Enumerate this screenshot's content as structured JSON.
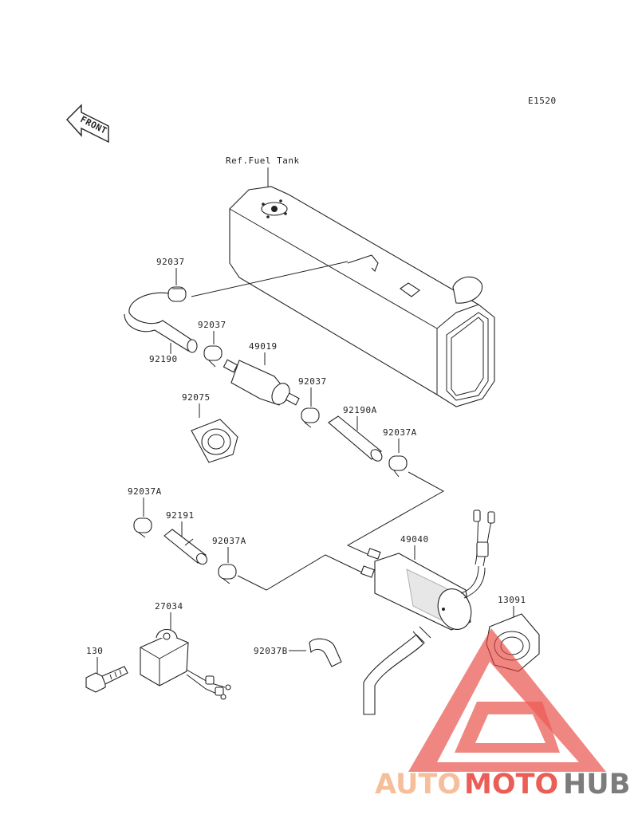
{
  "diagram_code": "E1520",
  "front_arrow_label": "FRONT",
  "reference_label": "Ref.Fuel Tank",
  "parts": {
    "p_92037_top": "92037",
    "p_92190": "92190",
    "p_92037_mid": "92037",
    "p_49019": "49019",
    "p_92037_right": "92037",
    "p_92075": "92075",
    "p_92190A": "92190A",
    "p_92037A_right": "92037A",
    "p_92037A_left": "92037A",
    "p_92191": "92191",
    "p_92037A_mid": "92037A",
    "p_49040": "49040",
    "p_27034": "27034",
    "p_13091": "13091",
    "p_130": "130",
    "p_92037B": "92037B"
  },
  "watermark": {
    "part1": "AUTO",
    "part2": "MOTO",
    "part3": "HUB",
    "color_light": "#f5b48a",
    "color_red": "#e8413a",
    "color_gray": "#666666"
  }
}
